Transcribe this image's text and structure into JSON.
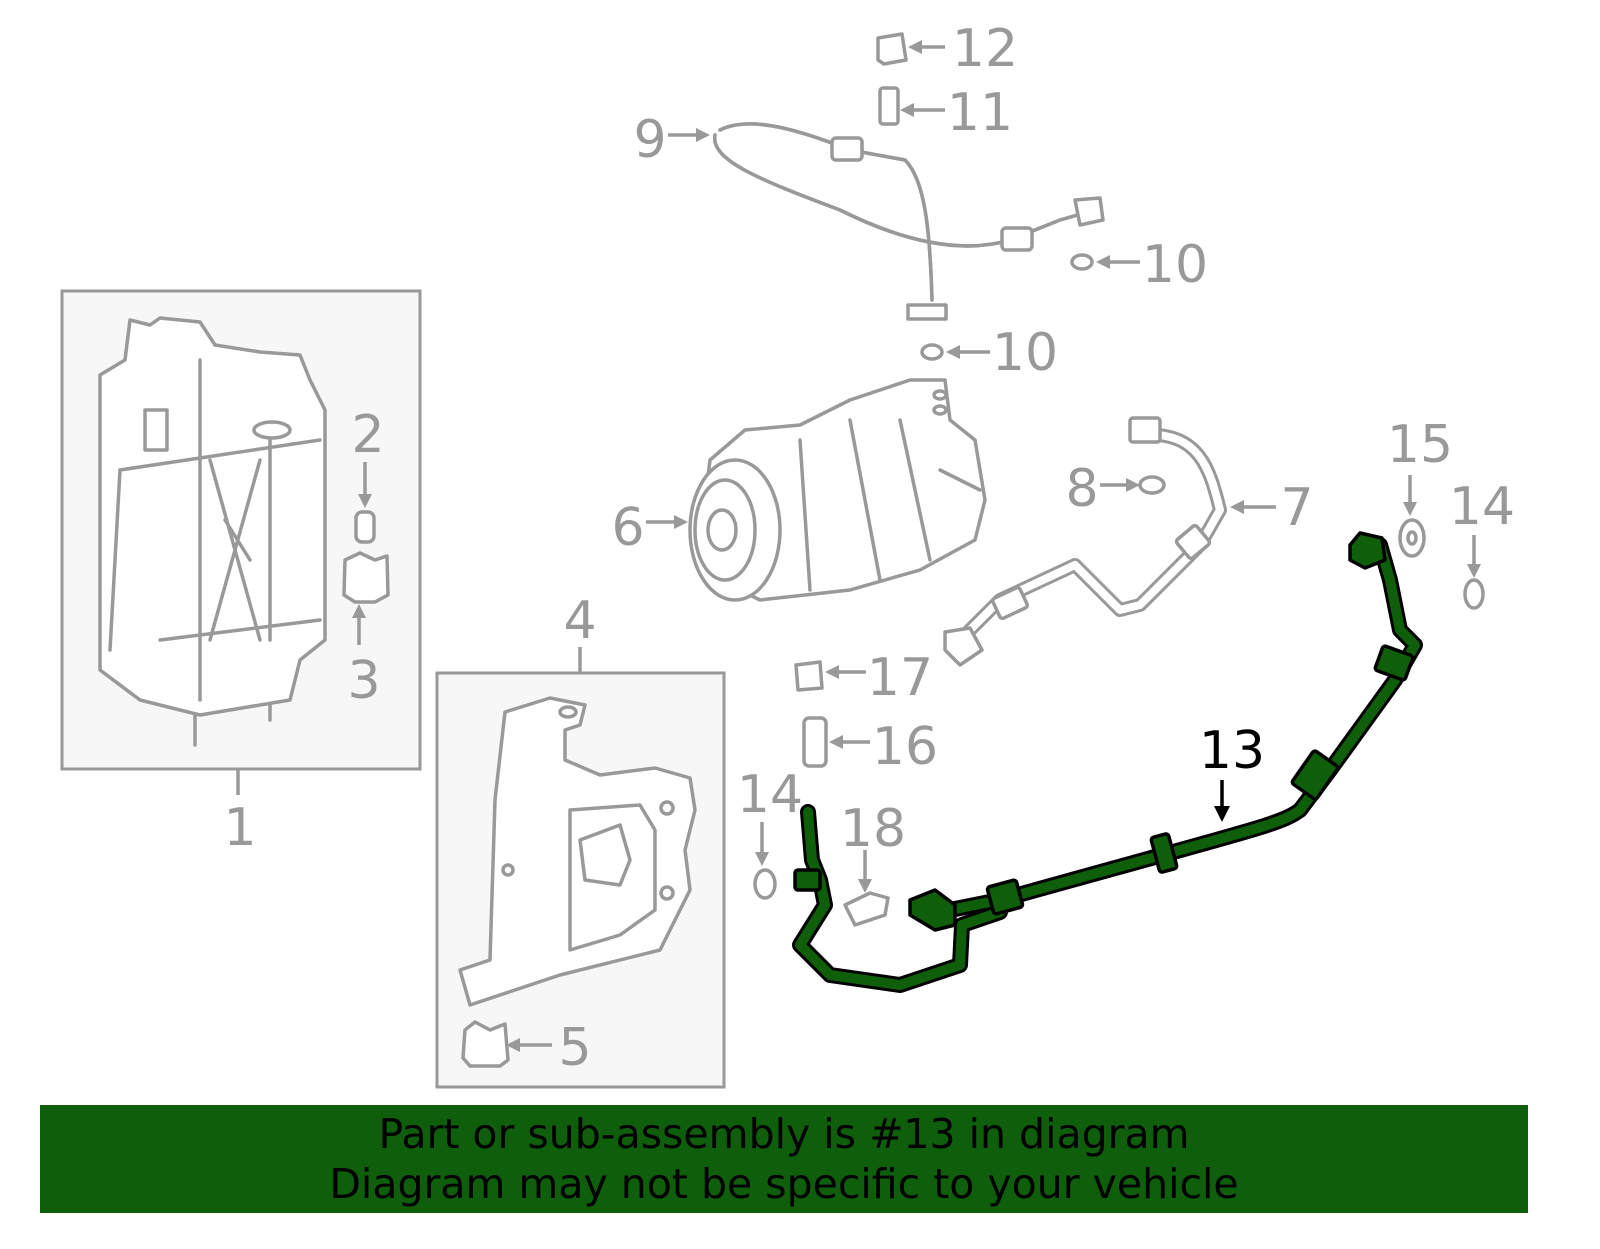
{
  "callouts": {
    "c1": "1",
    "c2": "2",
    "c3": "3",
    "c4": "4",
    "c5": "5",
    "c6": "6",
    "c7": "7",
    "c8": "8",
    "c9": "9",
    "c10a": "10",
    "c10b": "10",
    "c11": "11",
    "c12": "12",
    "c13": "13",
    "c14a": "14",
    "c14b": "14",
    "c15": "15",
    "c16": "16",
    "c17": "17",
    "c18": "18"
  },
  "highlighted_part": "13",
  "colors": {
    "highlight": "#0f5f0a",
    "banner": "#0e5e0c",
    "outline": "#999999"
  },
  "banner": {
    "line1": "Part or sub-assembly is #13 in diagram",
    "line2": "Diagram may not be specific to your vehicle"
  }
}
